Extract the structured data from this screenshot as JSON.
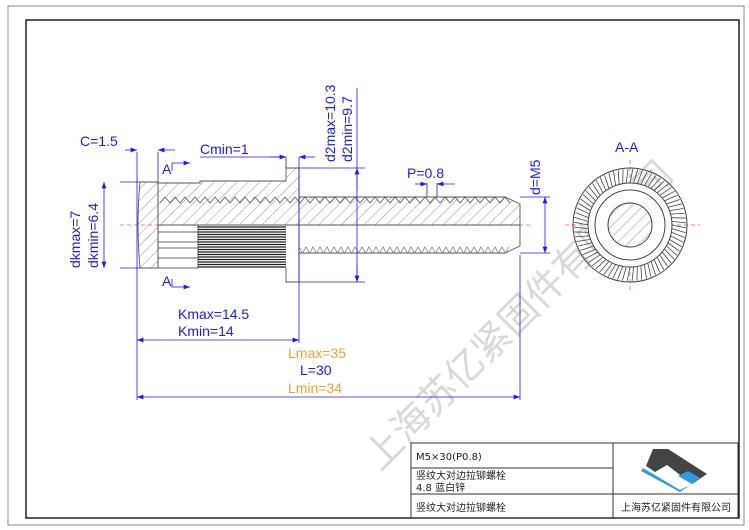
{
  "watermark": "上海苏亿紧固件有限公司",
  "dimensions": {
    "c": "C=1.5",
    "cmin": "Cmin=1",
    "d2max": "d2max=10.3",
    "d2min": "d2min=9.7",
    "pitch": "P=0.8",
    "d": "d=M5",
    "dkmax": "dkmax=7",
    "dkmin": "dkmin=6.4",
    "kmax": "Kmax=14.5",
    "kmin": "Kmin=14",
    "lmax": "Lmax=35",
    "l": "L=30",
    "lmin": "Lmin=34",
    "section_a": "A",
    "section_label": "A-A"
  },
  "title_block": {
    "spec": "M5×30(P0.8)",
    "name": "竖纹大对边拉铆螺栓",
    "grade": "4.8 蓝白锌",
    "name2": "竖纹大对边拉铆螺栓",
    "company": "上海苏亿紧固件有限公司"
  },
  "colors": {
    "dimension": "#1a1aff",
    "length": "#f0a030",
    "logo_blue": "#2a9ee0",
    "logo_dark": "#444444"
  }
}
